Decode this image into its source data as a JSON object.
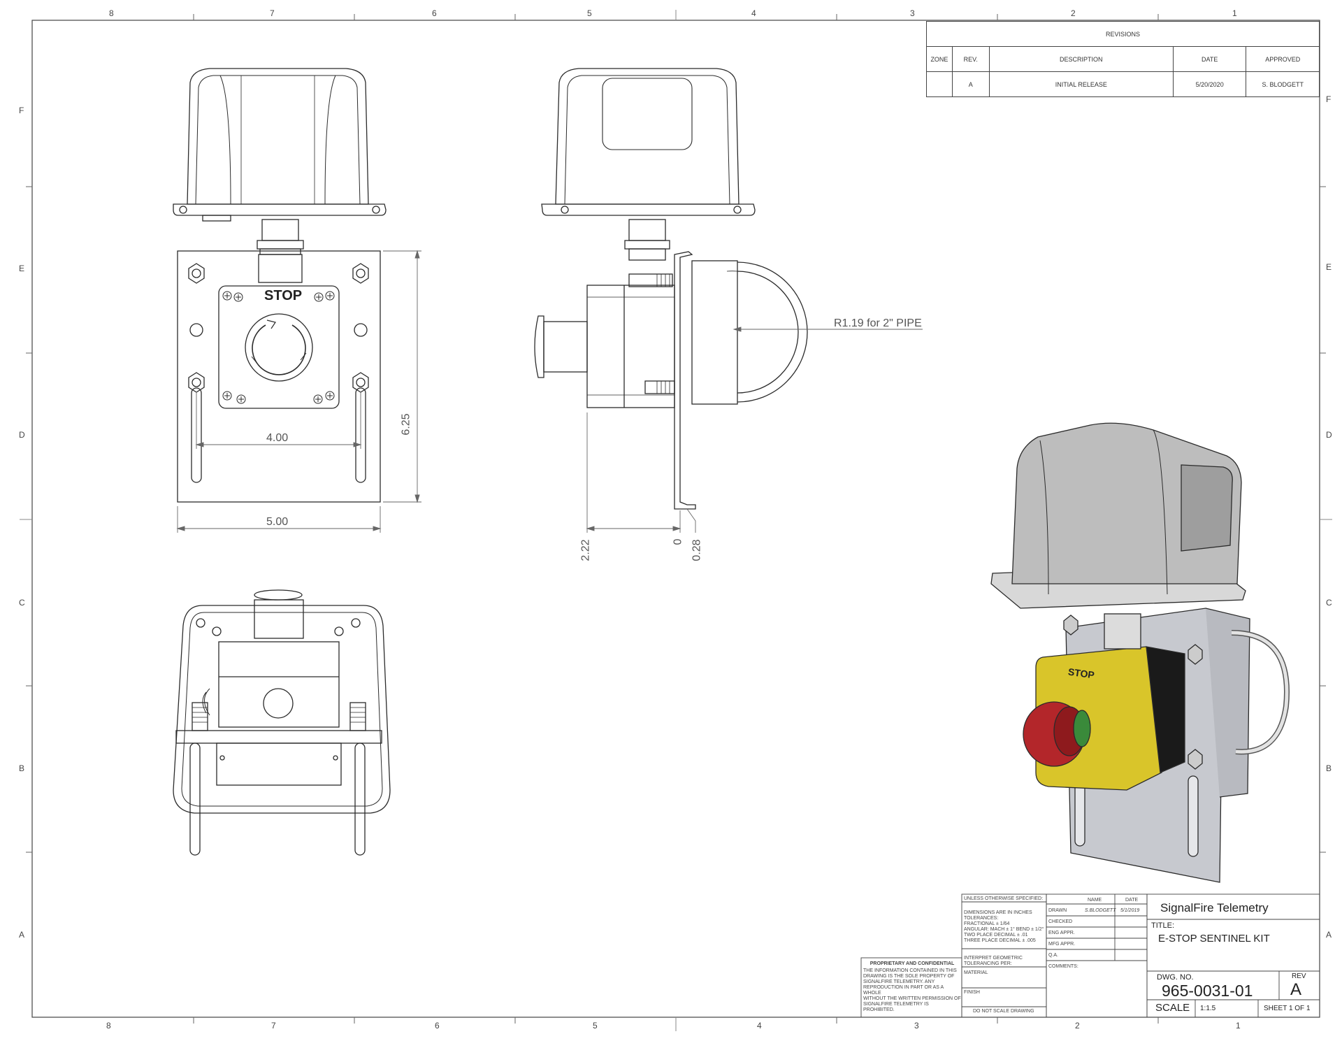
{
  "zones": {
    "columns": [
      "8",
      "7",
      "6",
      "5",
      "4",
      "3",
      "2",
      "1"
    ],
    "rows": [
      "F",
      "E",
      "D",
      "C",
      "B",
      "A"
    ]
  },
  "revisions": {
    "title": "REVISIONS",
    "headers": [
      "ZONE",
      "REV.",
      "DESCRIPTION",
      "DATE",
      "APPROVED"
    ],
    "rows": [
      {
        "zone": "",
        "rev": "A",
        "description": "INITIAL RELEASE",
        "date": "5/20/2020",
        "approved": "S. BLODGETT"
      }
    ]
  },
  "views": {
    "front": {
      "label_stop": "STOP",
      "dim_width": "5.00",
      "dim_holes": "4.00",
      "dim_height": "6.25"
    },
    "side": {
      "dim_pipe": "R1.19 for 2\" PIPE",
      "dim_depth": "2.22",
      "dim_zero": "0",
      "dim_offset": "0.28"
    },
    "iso": {
      "label_stop": "STOP"
    }
  },
  "title_block": {
    "unless": "UNLESS OTHERWISE SPECIFIED:",
    "name_header": "NAME",
    "date_header": "DATE",
    "dimensions": [
      "DIMENSIONS ARE IN INCHES",
      "TOLERANCES:",
      "FRACTIONAL ± 1/64",
      "ANGULAR: MACH ± 1° BEND ± 1/2°",
      "TWO PLACE DECIMAL  ± .01",
      "THREE PLACE DECIMAL  ± .005"
    ],
    "interpret": [
      "INTERPRET GEOMETRIC",
      "TOLERANCING PER:"
    ],
    "material": "MATERIAL",
    "finish": "FINISH",
    "do_not_scale": "DO NOT SCALE DRAWING",
    "roles": [
      {
        "role": "DRAWN",
        "name": "S.BLODGETT",
        "date": "5/1/2019"
      },
      {
        "role": "CHECKED",
        "name": "",
        "date": ""
      },
      {
        "role": "ENG APPR.",
        "name": "",
        "date": ""
      },
      {
        "role": "MFG APPR.",
        "name": "",
        "date": ""
      },
      {
        "role": "Q.A.",
        "name": "",
        "date": ""
      }
    ],
    "comments": "COMMENTS:",
    "proprietary_title": "PROPRIETARY AND CONFIDENTIAL",
    "proprietary_text": [
      "THE INFORMATION CONTAINED IN THIS",
      "DRAWING IS THE SOLE PROPERTY OF",
      "SIGNALFIRE TELEMETRY. ANY",
      "REPRODUCTION IN PART OR AS A WHOLE",
      "WITHOUT THE WRITTEN PERMISSION OF",
      "SIGNALFIRE TELEMETRY IS",
      "PROHIBITED."
    ],
    "company": "SignalFire Telemetry",
    "title_label": "TITLE:",
    "title": "E-STOP SENTINEL KIT",
    "dwg_no_label": "DWG.  NO.",
    "dwg_no": "965-0031-01",
    "rev_label": "REV",
    "rev": "A",
    "scale_label": "SCALE",
    "scale": "1:1.5",
    "sheet": "SHEET 1 OF 1"
  },
  "colors": {
    "line": "#2b2b2b",
    "dim": "#666666",
    "housing_yellow": "#d9c52a",
    "button_red": "#b3262a",
    "bracket_gray": "#c7c9cf",
    "dome_gray": "#bdbdbd"
  }
}
